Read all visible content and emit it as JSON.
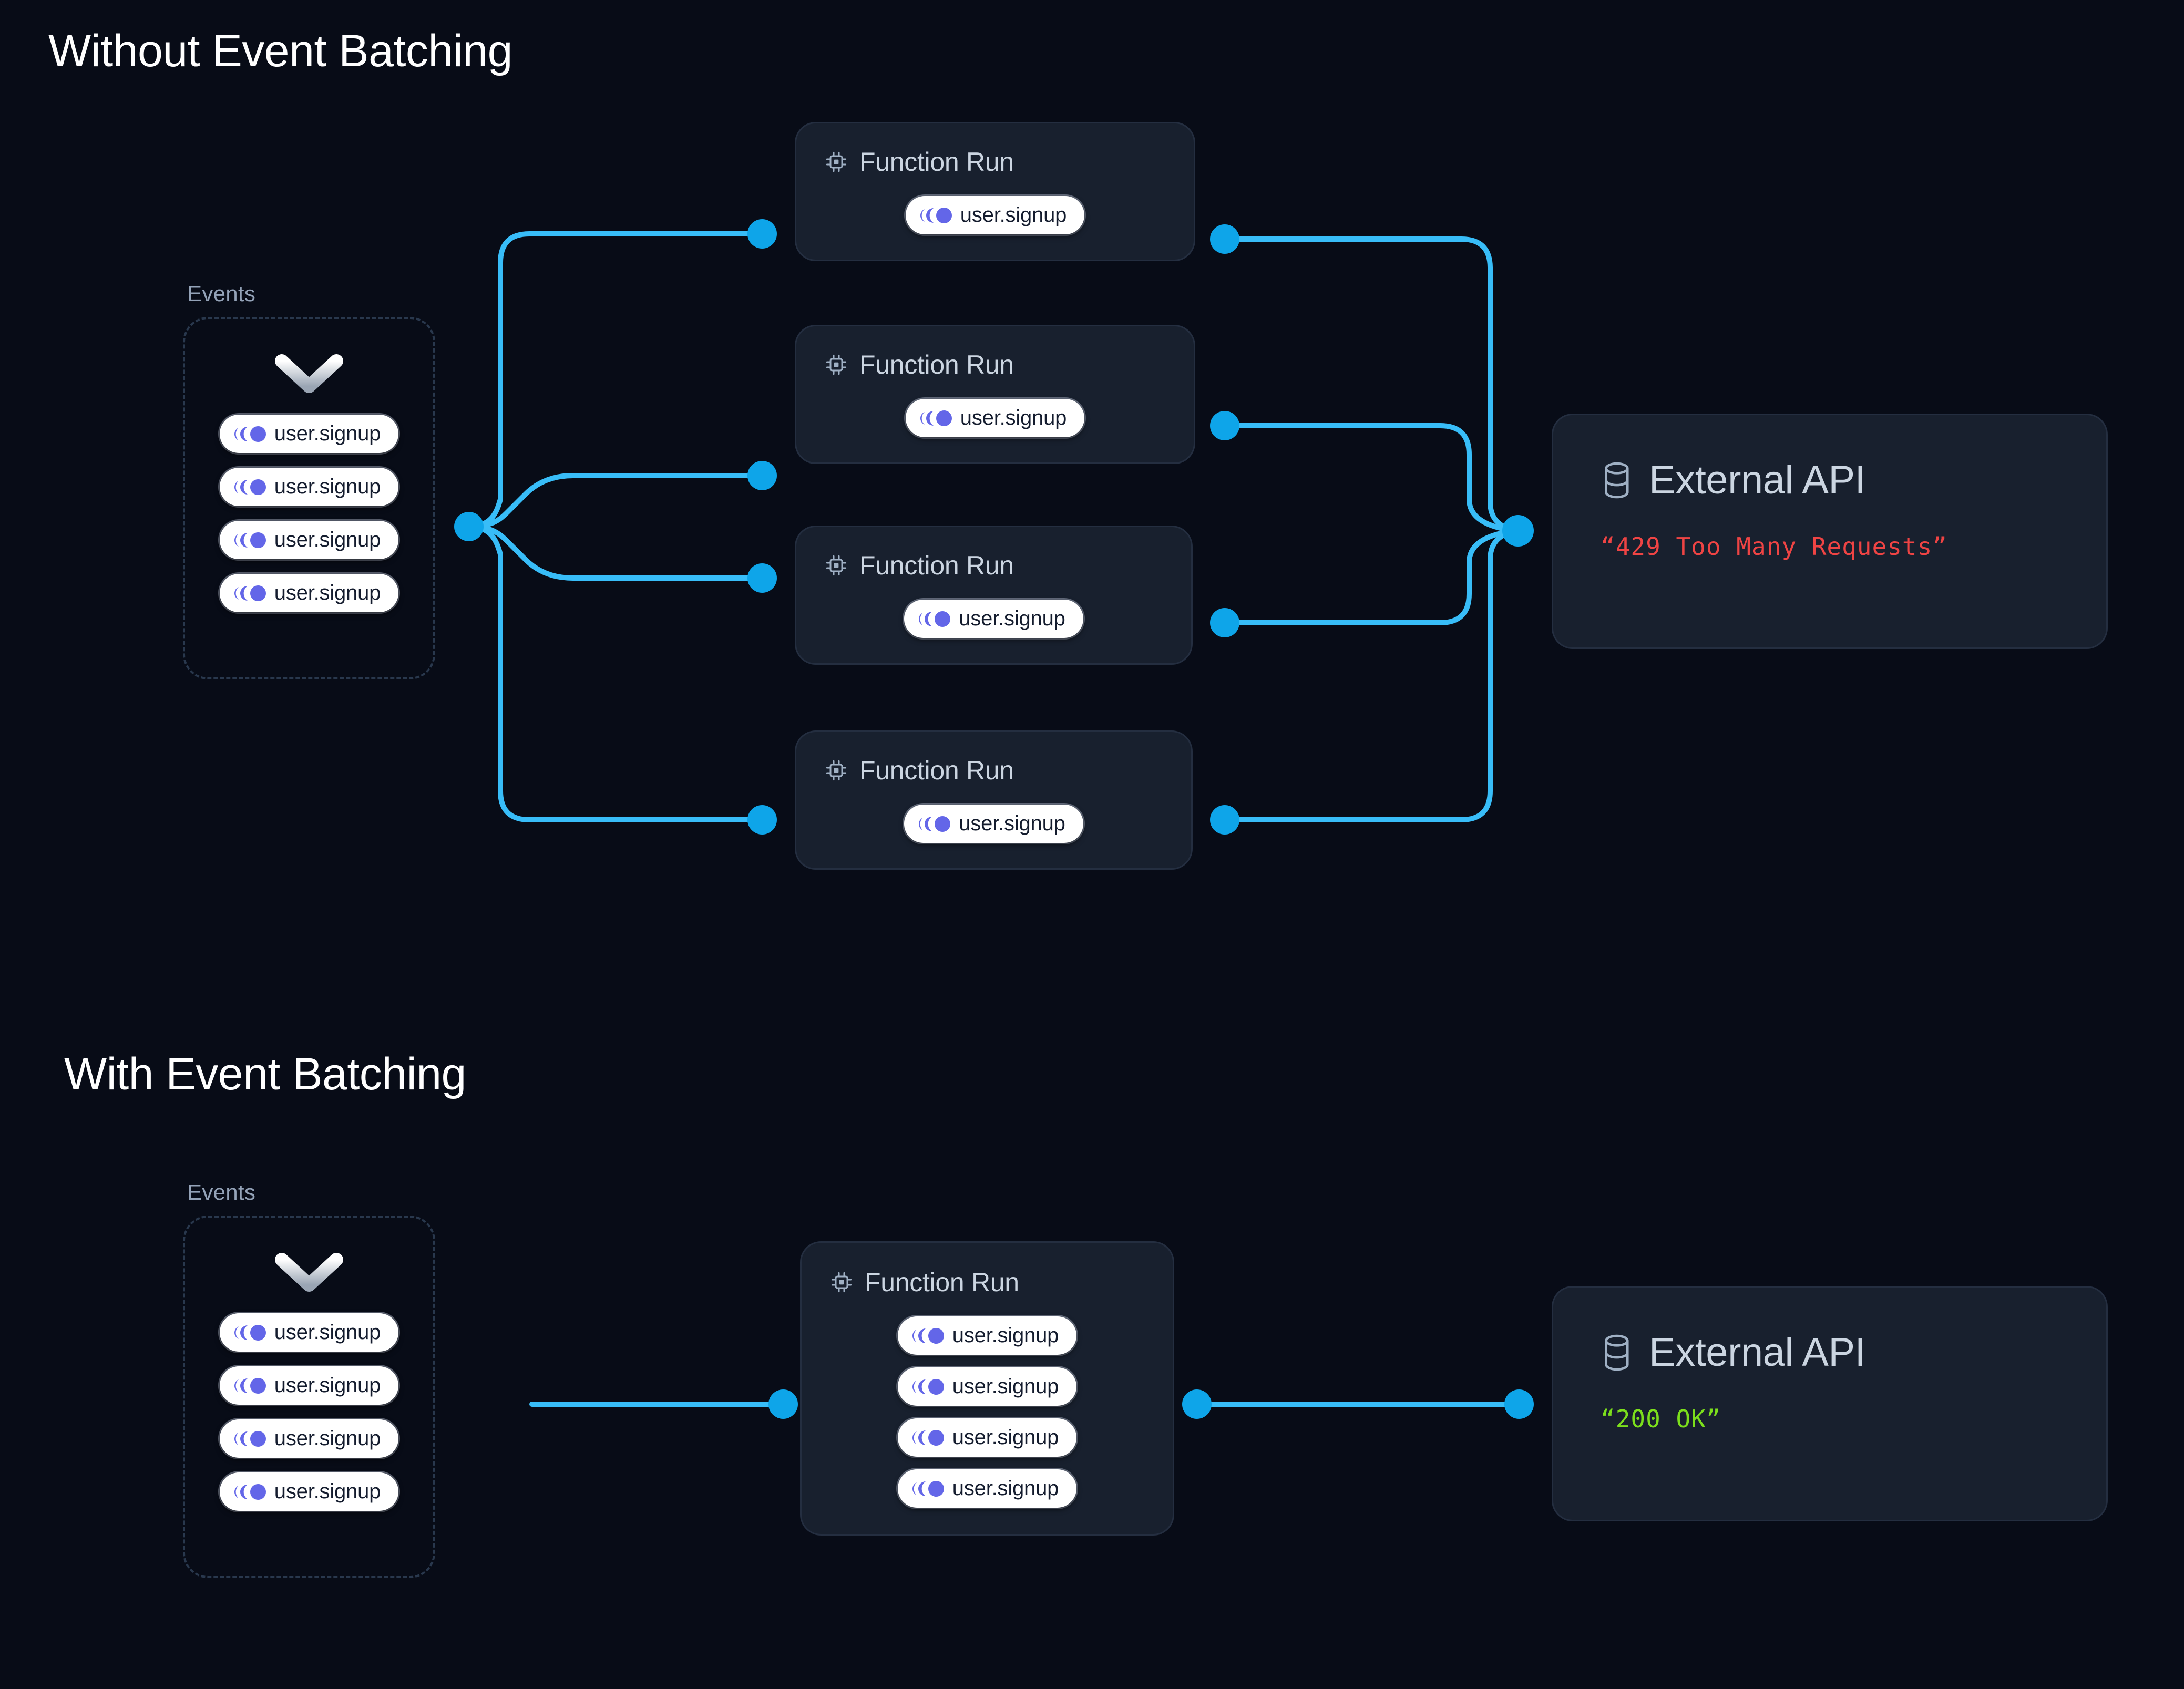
{
  "sections": [
    {
      "id": "without",
      "title": "Without Event Batching",
      "events": {
        "label": "Events",
        "chevron_icon": "chevron-down-icon",
        "items": [
          {
            "icon": "event-trail-icon",
            "label": "user.signup"
          },
          {
            "icon": "event-trail-icon",
            "label": "user.signup"
          },
          {
            "icon": "event-trail-icon",
            "label": "user.signup"
          },
          {
            "icon": "event-trail-icon",
            "label": "user.signup"
          }
        ]
      },
      "function_runs": [
        {
          "icon": "cpu-chip-icon",
          "title": "Function Run",
          "payloads": [
            {
              "icon": "event-trail-icon",
              "label": "user.signup"
            }
          ]
        },
        {
          "icon": "cpu-chip-icon",
          "title": "Function Run",
          "payloads": [
            {
              "icon": "event-trail-icon",
              "label": "user.signup"
            }
          ]
        },
        {
          "icon": "cpu-chip-icon",
          "title": "Function Run",
          "payloads": [
            {
              "icon": "event-trail-icon",
              "label": "user.signup"
            }
          ]
        },
        {
          "icon": "cpu-chip-icon",
          "title": "Function Run",
          "payloads": [
            {
              "icon": "event-trail-icon",
              "label": "user.signup"
            }
          ]
        }
      ],
      "external_api": {
        "icon": "database-icon",
        "title": "External API",
        "status": "“429 Too Many Requests”",
        "status_kind": "error"
      }
    },
    {
      "id": "with",
      "title": "With Event Batching",
      "events": {
        "label": "Events",
        "chevron_icon": "chevron-down-icon",
        "items": [
          {
            "icon": "event-trail-icon",
            "label": "user.signup"
          },
          {
            "icon": "event-trail-icon",
            "label": "user.signup"
          },
          {
            "icon": "event-trail-icon",
            "label": "user.signup"
          },
          {
            "icon": "event-trail-icon",
            "label": "user.signup"
          }
        ]
      },
      "function_runs": [
        {
          "icon": "cpu-chip-icon",
          "title": "Function Run",
          "payloads": [
            {
              "icon": "event-trail-icon",
              "label": "user.signup"
            },
            {
              "icon": "event-trail-icon",
              "label": "user.signup"
            },
            {
              "icon": "event-trail-icon",
              "label": "user.signup"
            },
            {
              "icon": "event-trail-icon",
              "label": "user.signup"
            }
          ]
        }
      ],
      "external_api": {
        "icon": "database-icon",
        "title": "External API",
        "status": "“200 OK”",
        "status_kind": "ok"
      }
    }
  ],
  "colors": {
    "page_background": "#080c17",
    "card_background": "#18202e",
    "card_border": "#242e40",
    "connector": "#38bdf8",
    "connector_node": "#0ea5e9",
    "event_icon": "#6366e8",
    "title_text": "#ffffff",
    "card_title_text": "#cbd5e1",
    "events_label_text": "#94a3b8",
    "status_error": "#ef4444",
    "status_ok": "#7cdf1c",
    "events_box_dashed_border": "#29384d"
  }
}
